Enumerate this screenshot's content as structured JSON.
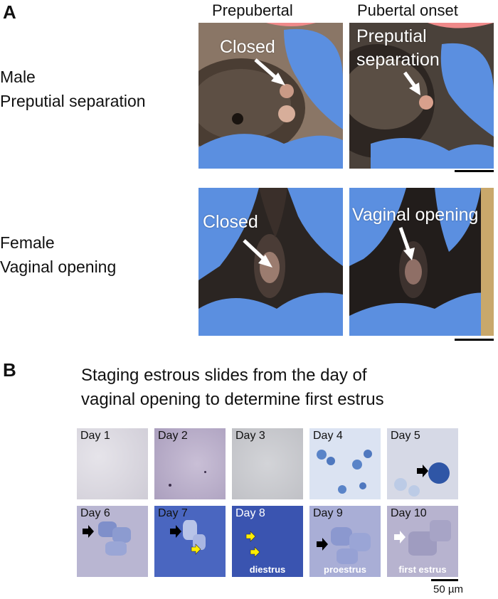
{
  "panel_a": {
    "letter": "A",
    "col_prepubertal": "Prepubertal",
    "col_pubertal": "Pubertal onset",
    "male_label_line1": "Male",
    "male_label_line2": "Preputial separation",
    "female_label_line1": "Female",
    "female_label_line2": "Vaginal opening",
    "male_pre_text": "Closed",
    "male_post_text_line1": "Preputial",
    "male_post_text_line2": "separation",
    "female_pre_text": "Closed",
    "female_post_text": "Vaginal opening"
  },
  "panel_b": {
    "letter": "B",
    "title_line1": "Staging estrous slides from the day of",
    "title_line2": "vaginal opening to determine first estrus",
    "days": [
      "Day 1",
      "Day 2",
      "Day 3",
      "Day 4",
      "Day 5",
      "Day 6",
      "Day 7",
      "Day 8",
      "Day 9",
      "Day 10"
    ],
    "stage_day8": "diestrus",
    "stage_day9": "proestrus",
    "stage_day10": "first estrus",
    "scale_label": "50 µm"
  },
  "colors": {
    "glove": "#5b8fe0",
    "arrow_black": "#000000",
    "arrow_yellow": "#ffee00",
    "arrow_white": "#ffffff"
  }
}
